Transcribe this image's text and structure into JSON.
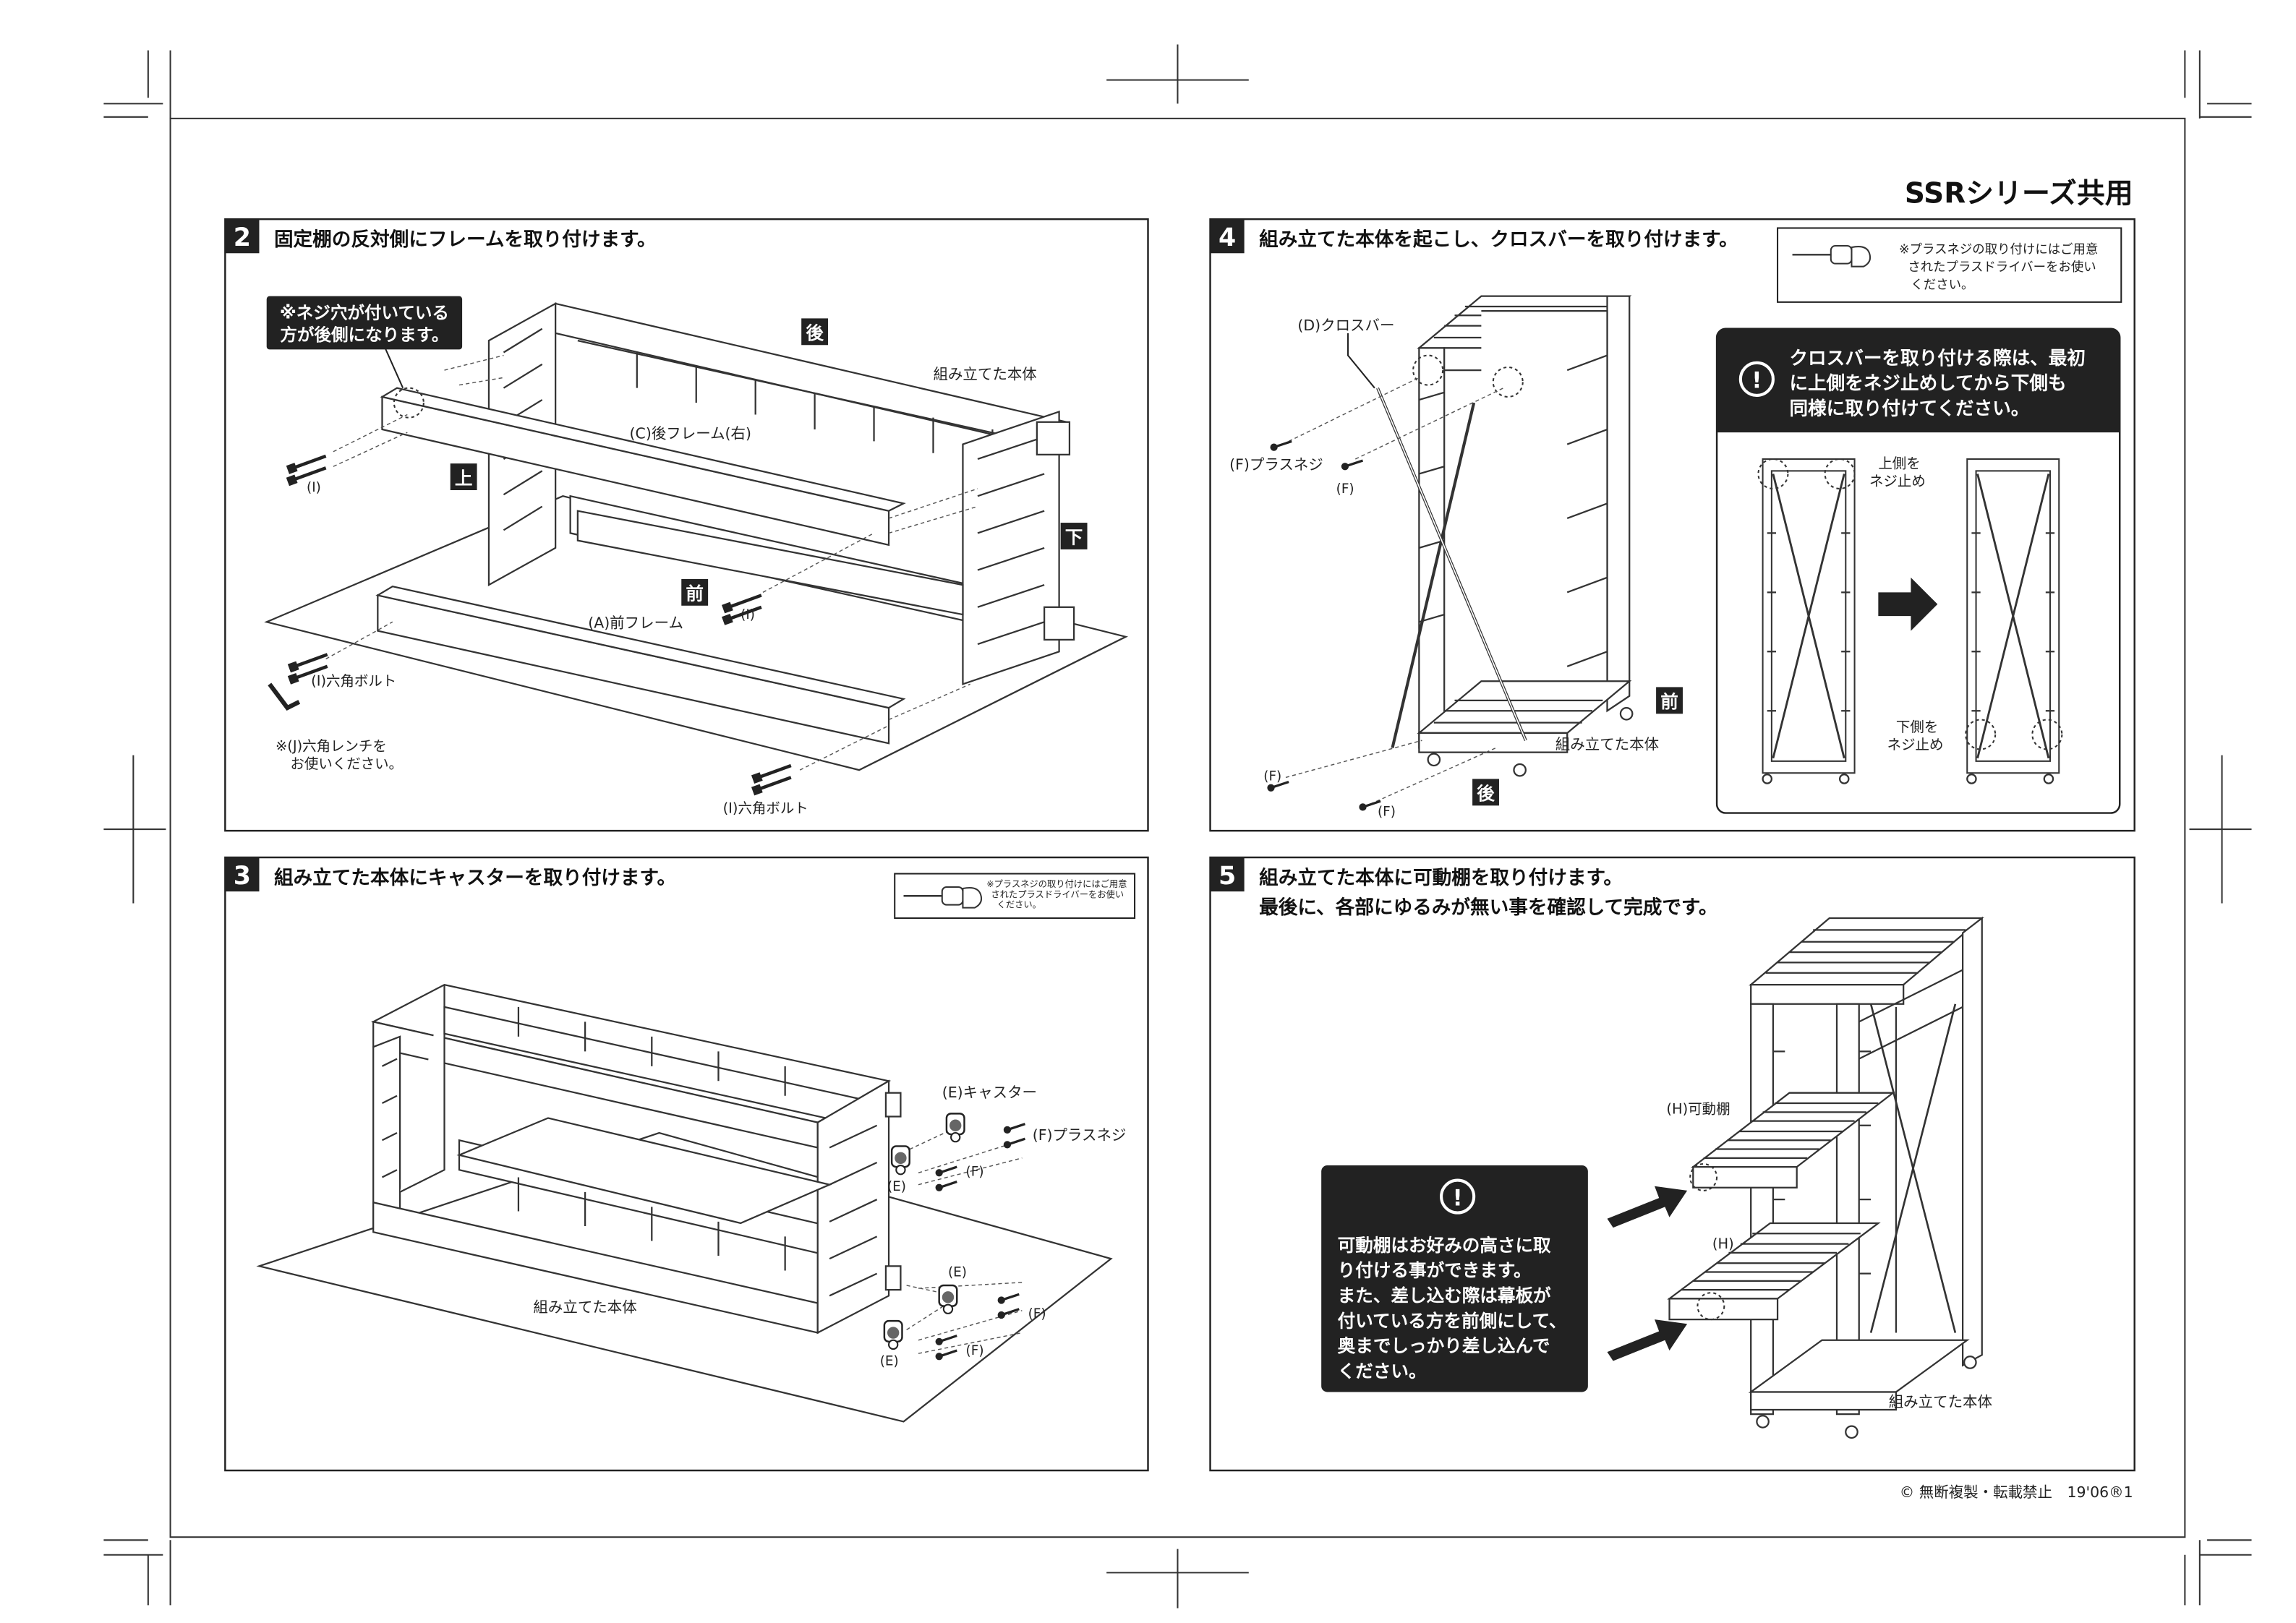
{
  "header": {
    "series_title": "SSRシリーズ共用"
  },
  "footer": {
    "copyright": "© 無断複製・転載禁止　19'06®1"
  },
  "steps": {
    "s2": {
      "number": "2",
      "title": "固定棚の反対側にフレームを取り付けます。",
      "callout_lines": [
        "※ネジ穴が付いている",
        "方が後側になります。"
      ],
      "badges": {
        "back": "後",
        "top": "上",
        "bottom": "下",
        "front": "前"
      },
      "labels": {
        "body": "組み立てた本体",
        "rear_frame": "(C)後フレーム(右)",
        "bolt_i": "(I)",
        "bolt_i2": "(I)",
        "front_frame": "(A)前フレーム",
        "hex_bolt_left": "(I)六角ボルト",
        "hex_bolt_bottom": "(I)六角ボルト",
        "wrench_note": [
          "※(J)六角レンチを",
          "お使いください。"
        ]
      }
    },
    "s3": {
      "number": "3",
      "title": "組み立てた本体にキャスターを取り付けます。",
      "note_lines": [
        "※プラスネジの取り付けにはご用意",
        "されたプラスドライバーをお使い",
        "ください。"
      ],
      "labels": {
        "caster": "(E)キャスター",
        "plus_screw": "(F)プラスネジ",
        "e1": "(E)",
        "f1": "(F)",
        "e2": "(E)",
        "f2": "(F)",
        "e3": "(E)",
        "f3": "(F)",
        "body": "組み立てた本体"
      }
    },
    "s4": {
      "number": "4",
      "title": "組み立てた本体を起こし、クロスバーを取り付けます。",
      "note_lines": [
        "※プラスネジの取り付けにはご用意",
        "されたプラスドライバーをお使い",
        "ください。"
      ],
      "warning_lines": [
        "クロスバーを取り付ける際は、最初",
        "に上側をネジ止めしてから下側も",
        "同様に取り付けてください。"
      ],
      "labels": {
        "crossbar": "(D)クロスバー",
        "plus_screw": "(F)プラスネジ",
        "f1": "(F)",
        "f2": "(F)",
        "f3": "(F)",
        "body": "組み立てた本体",
        "upper_fix": [
          "上側を",
          "ネジ止め"
        ],
        "lower_fix": [
          "下側を",
          "ネジ止め"
        ]
      },
      "badges": {
        "front": "前",
        "back": "後"
      }
    },
    "s5": {
      "number": "5",
      "title_lines": [
        "組み立てた本体に可動棚を取り付けます。",
        "最後に、各部にゆるみが無い事を確認して完成です。"
      ],
      "warning_lines": [
        "可動棚はお好みの高さに取",
        "り付ける事ができます。",
        "また、差し込む際は幕板が",
        "付いている方を前側にして、",
        "奥までしっかり差し込んで",
        "ください。"
      ],
      "labels": {
        "movable_shelf": "(H)可動棚",
        "h": "(H)",
        "body": "組み立てた本体"
      }
    }
  }
}
